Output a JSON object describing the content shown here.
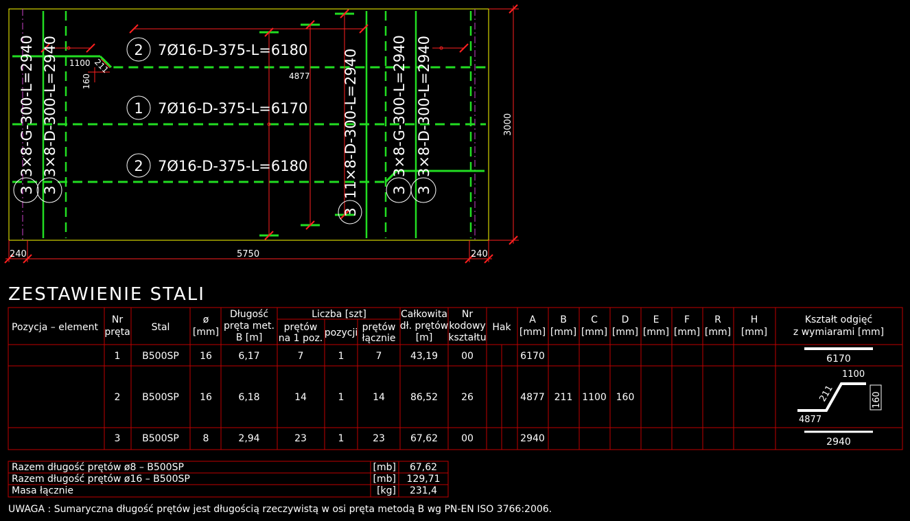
{
  "colors": {
    "background": "#000000",
    "outline": "#ffff00",
    "rebar": "#22dd22",
    "dimension": "#ff2020",
    "axis_dash": "#cc44cc",
    "table_grid": "#c00000",
    "text": "#ffffff"
  },
  "plan": {
    "bar_labels": {
      "pos2_top": "7Ø16-D-375-L=6180",
      "pos1": "7Ø16-D-375-L=6170",
      "pos2_bottom": "7Ø16-D-375-L=6180",
      "v1": "3×8-G-300-L=2940",
      "v2": "3×8-D-300-L=2940",
      "v_mid": "11×8-D-300-L=2940",
      "v3": "3×8-G-300-L=2940",
      "v4": "3×8-D-300-L=2940"
    },
    "position_marks": {
      "p2": "2",
      "p1": "1",
      "p3": "3"
    },
    "dims": {
      "d1100": "1100",
      "d211": "211",
      "d160": "160",
      "d4877": "4877",
      "d3000": "3000",
      "d240_left": "240",
      "d5750": "5750",
      "d240_right": "240"
    }
  },
  "schedule": {
    "title": "ZESTAWIENIE STALI",
    "headers": {
      "pozycja": "Pozycja – element",
      "nr_preta": [
        "Nr",
        "pręta"
      ],
      "stal": "Stal",
      "fi": [
        "ø",
        "[mm]"
      ],
      "dlugosc": [
        "Długość",
        "pręta met.",
        "B [m]"
      ],
      "liczba": "Liczba [szt]",
      "pretow_na": [
        "prętów",
        "na 1 poz."
      ],
      "pozycji": "pozycji",
      "pretow_lacznie": [
        "prętów",
        "łącznie"
      ],
      "calkowita": [
        "Całkowita",
        "dł. prętów",
        "[m]"
      ],
      "nr_kodowy": [
        "Nr",
        "kodowy",
        "kształtu"
      ],
      "hak": "Hak",
      "A": [
        "A",
        "[mm]"
      ],
      "B": [
        "B",
        "[mm]"
      ],
      "C": [
        "C",
        "[mm]"
      ],
      "D": [
        "D",
        "[mm]"
      ],
      "E": [
        "E",
        "[mm]"
      ],
      "F": [
        "F",
        "[mm]"
      ],
      "R": [
        "R",
        "[mm]"
      ],
      "H": [
        "H",
        "[mm]"
      ],
      "ksztalt": [
        "Kształt odgięć",
        "z wymiarami [mm]"
      ]
    },
    "rows": [
      {
        "nr": "1",
        "stal": "B500SP",
        "fi": "16",
        "dl": "6,17",
        "na1": "7",
        "poz": "1",
        "lacz": "7",
        "calk": "43,19",
        "kod": "00",
        "A": "6170",
        "B": "",
        "C": "",
        "D": "",
        "shape_label": "6170"
      },
      {
        "nr": "2",
        "stal": "B500SP",
        "fi": "16",
        "dl": "6,18",
        "na1": "14",
        "poz": "1",
        "lacz": "14",
        "calk": "86,52",
        "kod": "26",
        "A": "4877",
        "B": "211",
        "C": "1100",
        "D": "160",
        "shape_labels": {
          "a": "4877",
          "b": "211",
          "c": "1100",
          "d": "160"
        }
      },
      {
        "nr": "3",
        "stal": "B500SP",
        "fi": "8",
        "dl": "2,94",
        "na1": "23",
        "poz": "1",
        "lacz": "23",
        "calk": "67,62",
        "kod": "00",
        "A": "2940",
        "B": "",
        "C": "",
        "D": "",
        "shape_label": "2940"
      }
    ],
    "summary": [
      {
        "label": "Razem długość prętów ø8 – B500SP",
        "unit": "[mb]",
        "value": "67,62"
      },
      {
        "label": "Razem długość prętów ø16 – B500SP",
        "unit": "[mb]",
        "value": "129,71"
      },
      {
        "label": "Masa łącznie",
        "unit": "[kg]",
        "value": "231,4"
      }
    ],
    "note": "UWAGA : Sumaryczna długość prętów jest długością rzeczywistą w osi pręta metodą B wg PN-EN ISO 3766:2006."
  }
}
